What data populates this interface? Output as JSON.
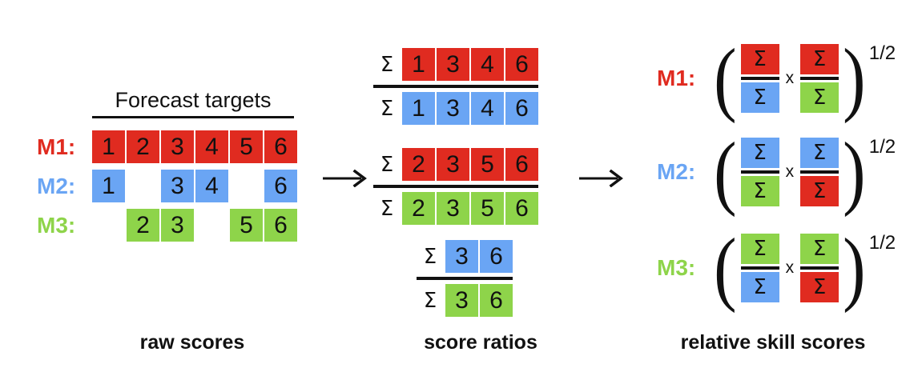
{
  "colors": {
    "red": "#e02b20",
    "blue": "#6aa5f4",
    "green": "#8ed44a",
    "ink": "#111111",
    "background": "#ffffff"
  },
  "panels": {
    "raw_scores": {
      "caption": "raw scores",
      "header": "Forecast targets",
      "columns": [
        "1",
        "2",
        "3",
        "4",
        "5",
        "6"
      ],
      "rows": [
        {
          "label": "M1:",
          "color": "red",
          "cells": [
            "1",
            "2",
            "3",
            "4",
            "5",
            "6"
          ],
          "present": [
            true,
            true,
            true,
            true,
            true,
            true
          ]
        },
        {
          "label": "M2:",
          "color": "blue",
          "cells": [
            "1",
            "",
            "3",
            "4",
            "",
            "6"
          ],
          "present": [
            true,
            false,
            true,
            true,
            false,
            true
          ]
        },
        {
          "label": "M3:",
          "color": "green",
          "cells": [
            "",
            "2",
            "3",
            "",
            "5",
            "6"
          ],
          "present": [
            false,
            true,
            true,
            false,
            true,
            true
          ]
        }
      ]
    },
    "score_ratios": {
      "caption": "score ratios",
      "sigma": "Σ",
      "ratios": [
        {
          "numerator": {
            "color": "red",
            "cells": [
              "1",
              "3",
              "4",
              "6"
            ]
          },
          "denominator": {
            "color": "blue",
            "cells": [
              "1",
              "3",
              "4",
              "6"
            ]
          }
        },
        {
          "numerator": {
            "color": "red",
            "cells": [
              "2",
              "3",
              "5",
              "6"
            ]
          },
          "denominator": {
            "color": "green",
            "cells": [
              "2",
              "3",
              "5",
              "6"
            ]
          }
        },
        {
          "numerator": {
            "color": "blue",
            "cells": [
              "3",
              "6"
            ]
          },
          "denominator": {
            "color": "green",
            "cells": [
              "3",
              "6"
            ]
          }
        }
      ]
    },
    "relative_skill_scores": {
      "caption": "relative skill scores",
      "sigma": "Σ",
      "paren_open": "(",
      "paren_close": ")",
      "times": "x",
      "exponent": "1/2",
      "rows": [
        {
          "label": "M1:",
          "color": "red",
          "fractions": [
            {
              "numerator_color": "red",
              "denominator_color": "blue"
            },
            {
              "numerator_color": "red",
              "denominator_color": "green"
            }
          ]
        },
        {
          "label": "M2:",
          "color": "blue",
          "fractions": [
            {
              "numerator_color": "blue",
              "denominator_color": "green"
            },
            {
              "numerator_color": "blue",
              "denominator_color": "red"
            }
          ]
        },
        {
          "label": "M3:",
          "color": "green",
          "fractions": [
            {
              "numerator_color": "green",
              "denominator_color": "blue"
            },
            {
              "numerator_color": "green",
              "denominator_color": "red"
            }
          ]
        }
      ]
    }
  },
  "arrows": [
    {
      "name": "arrow-raw-to-ratios"
    },
    {
      "name": "arrow-ratios-to-skill"
    }
  ]
}
